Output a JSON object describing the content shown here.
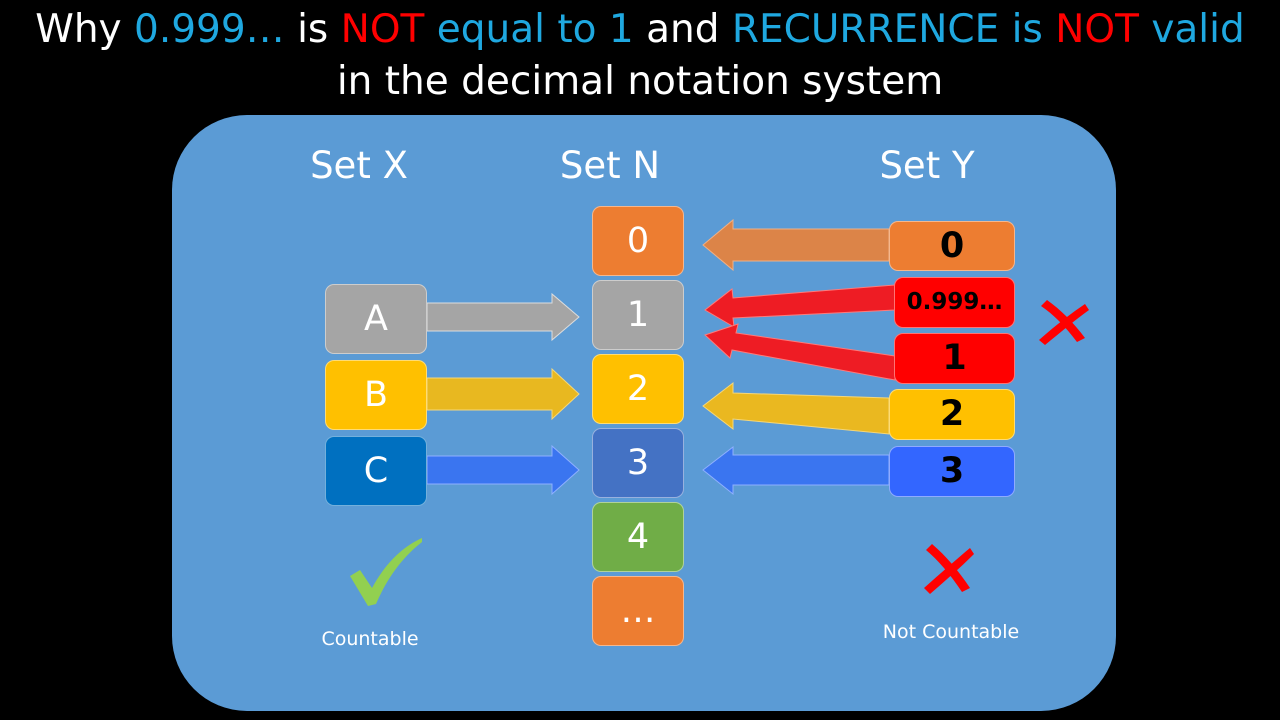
{
  "title": {
    "line1_a": "Why ",
    "line1_b": "0.999…",
    "line1_c": " is ",
    "line1_d": "NOT",
    "line1_e": " equal to 1",
    "line1_f": " and ",
    "line1_g": "RECURRENCE is",
    "line1_h": " NOT",
    "line1_i": " valid",
    "line2": "in the decimal notation system"
  },
  "sets": {
    "x": {
      "title": "Set X",
      "items": [
        "A",
        "B",
        "C"
      ],
      "status_label": "Countable",
      "status_icon": "check-icon"
    },
    "n": {
      "title": "Set N",
      "items": [
        "0",
        "1",
        "2",
        "3",
        "4",
        "…"
      ]
    },
    "y": {
      "title": "Set Y",
      "items": [
        "0",
        "0.999…",
        "1",
        "2",
        "3"
      ],
      "status_label": "Not Countable",
      "status_icon": "cross-icon"
    }
  },
  "mappings": {
    "x_to_n": [
      [
        "A",
        "1"
      ],
      [
        "B",
        "2"
      ],
      [
        "C",
        "3"
      ]
    ],
    "y_to_n": [
      [
        "0",
        "0"
      ],
      [
        "0.999…",
        "1"
      ],
      [
        "1",
        "1"
      ],
      [
        "2",
        "2"
      ],
      [
        "3",
        "3"
      ]
    ]
  },
  "colors": {
    "background": "#000000",
    "panel": "#5b9bd5",
    "grey": "#a5a5a5",
    "yellow": "#ffc000",
    "dark_blue": "#0070c0",
    "mid_blue": "#4472c4",
    "bright_blue": "#3366ff",
    "orange": "#ed7d31",
    "green": "#70ad47",
    "red": "#ff0000",
    "title_blue": "#1fa8e0",
    "check_green": "#92d050"
  }
}
